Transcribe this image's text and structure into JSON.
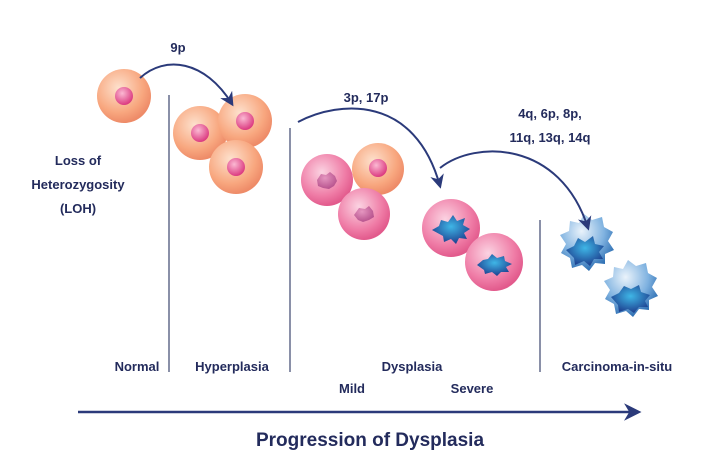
{
  "loh": {
    "line1": "Loss of",
    "line2": "Heterozygosity",
    "line3": "(LOH)"
  },
  "arrows": {
    "a1": "9p",
    "a2": "3p, 17p",
    "a3_line1": "4q, 6p, 8p,",
    "a3_line2": "11q, 13q, 14q"
  },
  "stages": {
    "normal": "Normal",
    "hyperplasia": "Hyperplasia",
    "dysplasia": "Dysplasia",
    "mild": "Mild",
    "severe": "Severe",
    "cis": "Carcinoma-in-situ"
  },
  "title": "Progression of Dysplasia",
  "colors": {
    "text": "#232b5c",
    "arrow": "#2b3a7a",
    "normal_cell": "#f6a87e",
    "dysplastic_cell": "#ee6f9c",
    "cancer_cell": "#3d86c6"
  }
}
